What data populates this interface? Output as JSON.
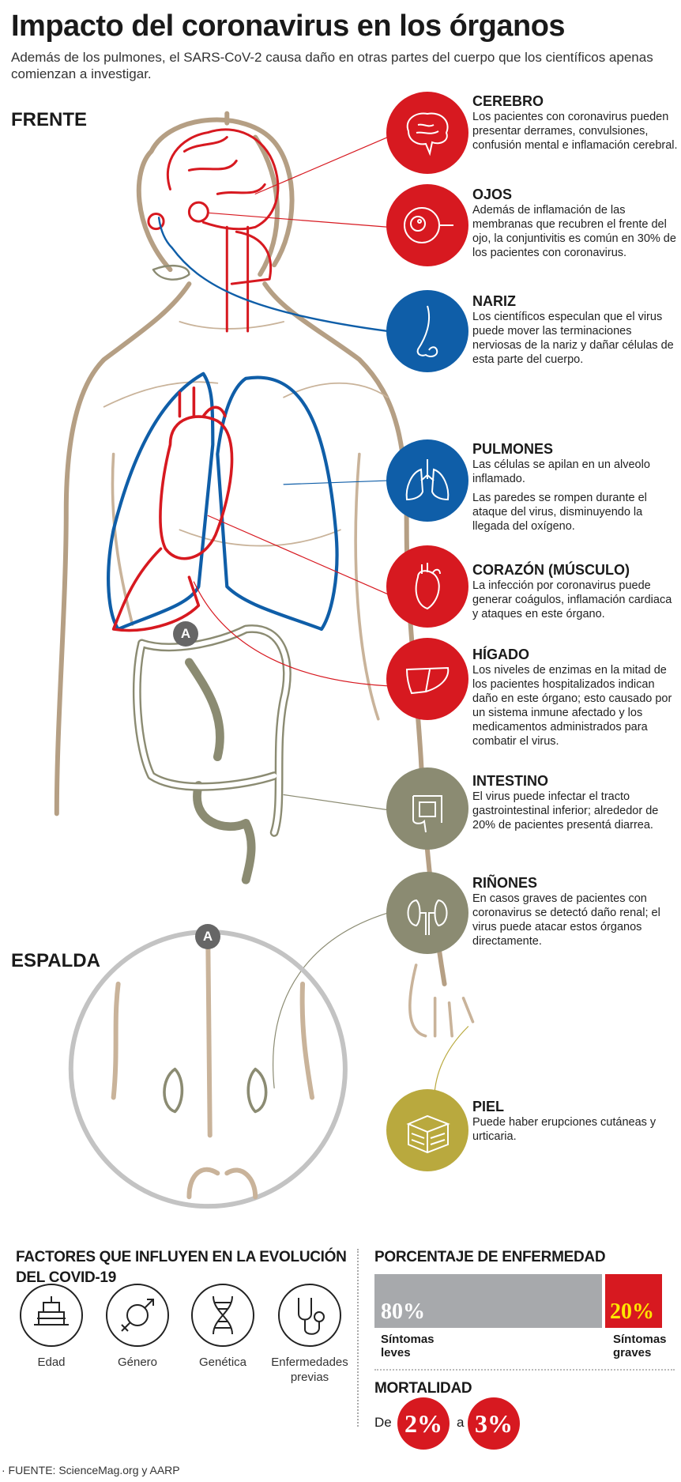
{
  "title": "Impacto del coronavirus en los órganos",
  "subtitle": "Además de los pulmones, el SARS-CoV-2 causa daño en otras partes del cuerpo que los científicos apenas comienzan a investigar.",
  "labels": {
    "front": "FRENTE",
    "back": "ESPALDA",
    "marker": "A"
  },
  "organs": [
    {
      "name": "CEREBRO",
      "text": [
        "Los pacientes con coronavirus pueden presentar derrames, convulsiones, confusión mental e inflamación cerebral."
      ],
      "color": "#d71920",
      "icon": "brain-icon"
    },
    {
      "name": "OJOS",
      "text": [
        "Además de inflamación de las membranas que recubren el frente del ojo, la conjuntivitis es común en 30% de los pacientes con coronavirus."
      ],
      "color": "#d71920",
      "icon": "eye-icon"
    },
    {
      "name": "NARIZ",
      "text": [
        "Los científicos especulan que el virus puede mover las terminaciones nerviosas de la nariz y dañar células de esta parte del cuerpo."
      ],
      "color": "#0f5ea8",
      "icon": "nose-icon"
    },
    {
      "name": "PULMONES",
      "text": [
        "Las células se apilan en un alveolo inflamado.",
        "Las paredes se rompen durante el ataque del virus, disminuyendo la llegada del oxígeno."
      ],
      "color": "#0f5ea8",
      "icon": "lungs-icon"
    },
    {
      "name": "CORAZÓN (MÚSCULO)",
      "text": [
        "La infección por coronavirus puede generar coágulos, inflamación cardiaca y ataques en este órgano."
      ],
      "color": "#d71920",
      "icon": "heart-icon"
    },
    {
      "name": "HÍGADO",
      "text": [
        "Los niveles de enzimas en la mitad de los pacientes hospitalizados indican daño en este órgano; esto causado por un sistema inmune afectado y los medicamentos administrados para combatir el virus."
      ],
      "color": "#d71920",
      "icon": "liver-icon"
    },
    {
      "name": "INTESTINO",
      "text": [
        "El virus puede infectar el tracto gastrointestinal inferior; alrededor de 20% de pacientes presentá diarrea."
      ],
      "color": "#8b8b72",
      "icon": "intestine-icon"
    },
    {
      "name": "RIÑONES",
      "text": [
        "En casos graves de pacientes con coronavirus se detectó daño renal; el virus puede atacar estos órganos directamente."
      ],
      "color": "#8b8b72",
      "icon": "kidneys-icon"
    },
    {
      "name": "PIEL",
      "text": [
        "Puede haber erupciones cutáneas y urticaria."
      ],
      "color": "#b9a93e",
      "icon": "skin-icon"
    }
  ],
  "factors": {
    "heading": "FACTORES QUE INFLUYEN EN LA EVOLUCIÓN DEL COVID-19",
    "items": [
      {
        "label": "Edad",
        "icon": "cake-icon"
      },
      {
        "label": "Género",
        "icon": "gender-icon"
      },
      {
        "label": "Genética",
        "icon": "dna-icon"
      },
      {
        "label": "Enfermedades previas",
        "icon": "stethoscope-icon"
      }
    ]
  },
  "disease": {
    "heading": "PORCENTAJE DE ENFERMEDAD",
    "mild": {
      "value": "80%",
      "fraction": 0.8,
      "label": "Síntomas leves",
      "color": "#a7a9ac"
    },
    "severe": {
      "value": "20%",
      "fraction": 0.2,
      "label": "Síntomas graves",
      "color": "#d71920"
    }
  },
  "mortality": {
    "heading": "MORTALIDAD",
    "from_label": "De",
    "from": "2%",
    "to_label": "a",
    "to": "3%"
  },
  "source": "· FUENTE: ScienceMag.org y AARP"
}
